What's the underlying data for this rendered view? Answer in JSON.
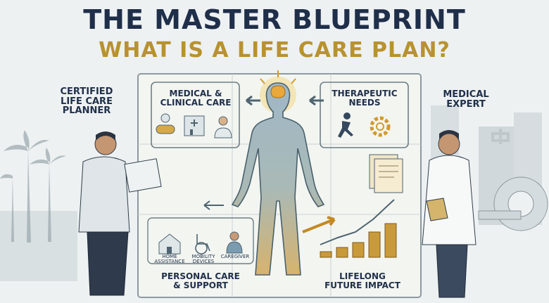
{
  "header": {
    "title": "THE MASTER BLUEPRINT",
    "subtitle": "WHAT IS A LIFE CARE PLAN?"
  },
  "roles": {
    "planner": [
      "CERTIFIED",
      "LIFE CARE",
      "PLANNER"
    ],
    "expert": [
      "MEDICAL",
      "EXPERT"
    ]
  },
  "sections": {
    "medical": [
      "MEDICAL &",
      "CLINICAL CARE"
    ],
    "therapeutic": [
      "THERAPEUTIC",
      "NEEDS"
    ],
    "personal": [
      "PERSONAL CARE",
      "& SUPPORT"
    ],
    "future": [
      "LIFELONG",
      "FUTURE IMPACT"
    ]
  },
  "support_items": {
    "home": [
      "HOME",
      "ASSISTANCE"
    ],
    "mobility": [
      "MOBILITY",
      "DEVICES"
    ],
    "caregiver": [
      "CAREGIVER"
    ]
  },
  "colors": {
    "navy": "#1f2f4a",
    "gold": "#b8922e",
    "blueprint": "#f2f4f1"
  }
}
